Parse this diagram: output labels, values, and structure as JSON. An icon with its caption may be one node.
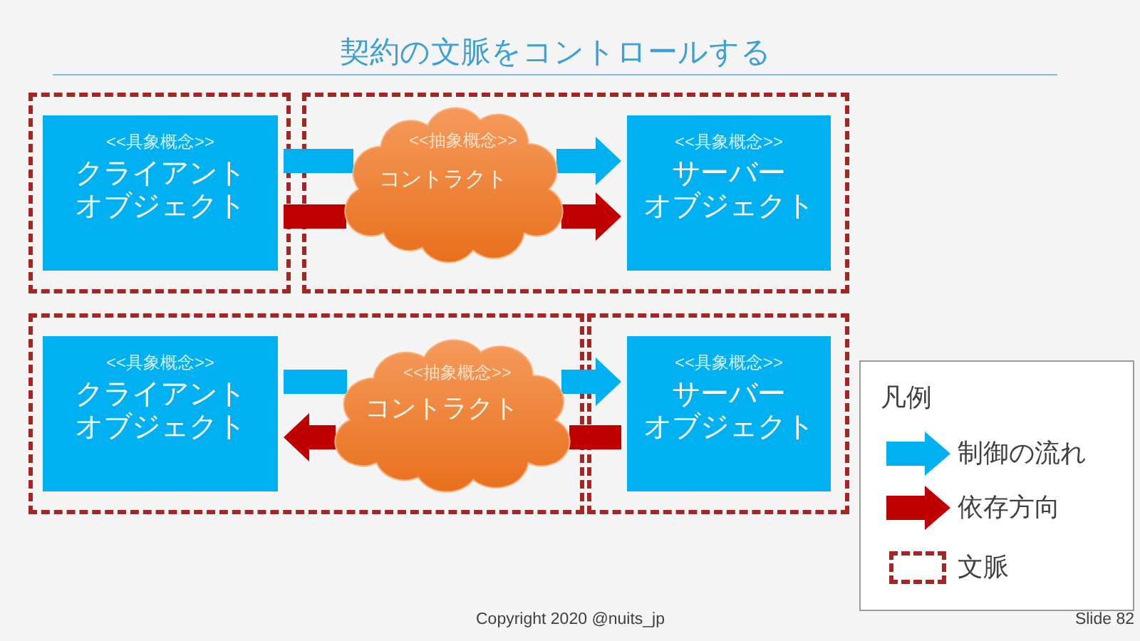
{
  "diagram": {
    "title": "契約の文脈をコントロールする",
    "nodes": [
      {
        "text": [],
        "shape": "box"
      },
      {
        "text": [
          "<<具象概念>>",
          "クライアントオブジェクト"
        ],
        "in": 0
      },
      {
        "text": [],
        "shape": "box"
      },
      {
        "text": [
          "<<抽象概念>>",
          "コントラクト"
        ],
        "in": 2
      },
      {
        "text": [
          "<<具象概念>>",
          "サーバーオブジェクト"
        ],
        "in": 2
      },
      {
        "text": [],
        "shape": "box"
      },
      {
        "text": [
          "<<具象概念>>",
          "クライアントオブジェクト"
        ],
        "in": 5
      },
      {
        "text": [
          "<<抽象概念>>",
          "コントラクト"
        ],
        "in": 5
      },
      {
        "text": [],
        "shape": "box"
      },
      {
        "text": [
          "<<具象概念>>",
          "サーバーオブジェクト"
        ],
        "in": 8
      }
    ],
    "edges": [
      {
        "from": 1,
        "to": 3,
        "arrow": "none",
        "color": "#00b0f0"
      },
      {
        "from": 3,
        "to": 4,
        "arrow": "to",
        "color": "#00b0f0"
      },
      {
        "from": 1,
        "to": 3,
        "arrow": "none",
        "color": "#c00000"
      },
      {
        "from": 3,
        "to": 4,
        "arrow": "to",
        "color": "#c00000"
      },
      {
        "from": 6,
        "to": 7,
        "arrow": "none",
        "color": "#00b0f0"
      },
      {
        "from": 7,
        "to": 9,
        "arrow": "to",
        "color": "#00b0f0"
      },
      {
        "from": 9,
        "to": 7,
        "arrow": "none",
        "color": "#c00000"
      },
      {
        "from": 7,
        "to": 6,
        "arrow": "to",
        "color": "#c00000"
      }
    ],
    "labels": [
      "凡例",
      "Copyright 2020 @nuits_jp",
      "Slide 82"
    ],
    "legend": [
      {
        "text": "制御の流れ",
        "color": "#00b0f0"
      },
      {
        "text": "依存方向",
        "color": "#c00000"
      },
      {
        "text": "文脈"
      }
    ]
  }
}
